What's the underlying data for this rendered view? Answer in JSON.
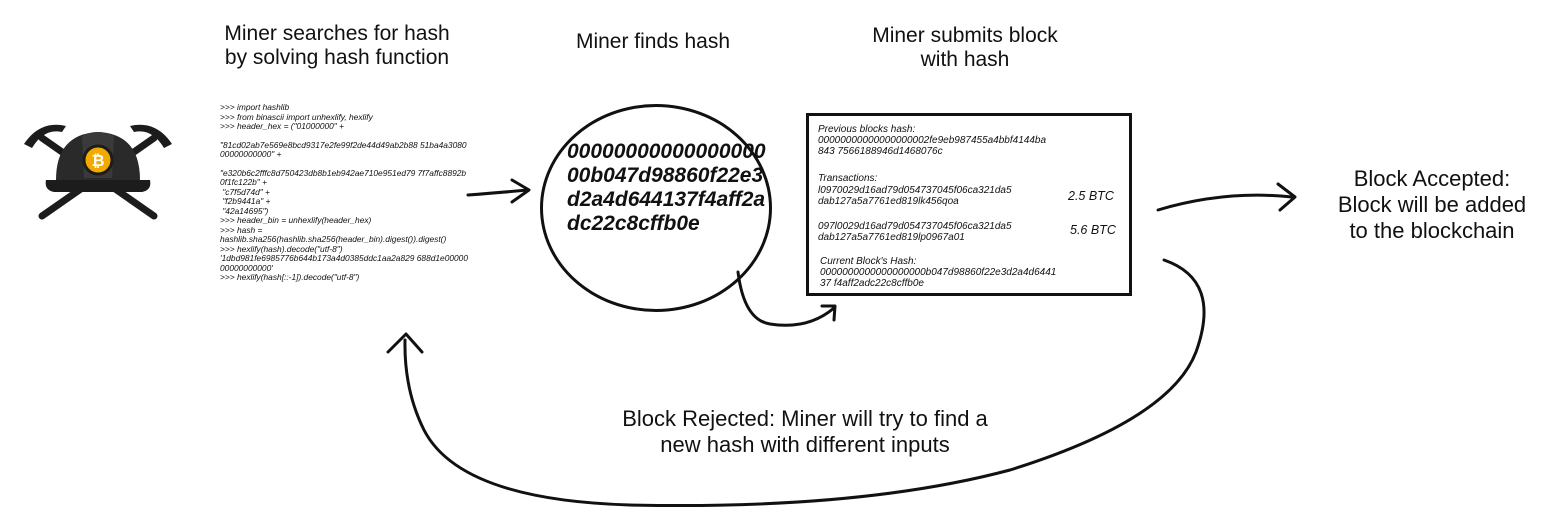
{
  "headings": {
    "search": "Miner searches for hash\nby solving hash function",
    "find": "Miner finds hash",
    "submit": "Miner submits block\nwith hash"
  },
  "helmet": {
    "symbol": "₿",
    "icon": "bitcoin-miner-helmet-with-pickaxes-icon"
  },
  "code_lines": [
    ">>> import hashlib",
    ">>> from binascii import unhexlify, hexlify",
    ">>> header_hex = (\"01000000\" +",
    "",
    "\"81cd02ab7e569e8bcd9317e2fe99f2de44d49ab2b88 51ba4a308000000000000\" +",
    "",
    "\"e320b6c2fffc8d750423db8b1eb942ae710e951ed79 7f7affc8892b0f1fc122b\" +",
    " \"c7f5d74d\" +",
    " \"f2b9441a\" +",
    " \"42a14695\")",
    ">>> header_bin = unhexlify(header_hex)",
    ">>> hash =",
    "hashlib.sha256(hashlib.sha256(header_bin).digest()).digest()",
    ">>> hexlify(hash).decode(\"utf-8\")",
    "'1dbd981fe6985776b644b173a4d0385ddc1aa2a829 688d1e0000000000000000'",
    ">>> hexlify(hash[::-1]).decode(\"utf-8\")"
  ],
  "found_hash": "0000000000000000000b047d98860f22e3d2a4d644137f4aff2adc22c8cffb0e",
  "block": {
    "prev_label": "Previous blocks hash:",
    "prev_hash": "00000000000000000002fe9eb987455a4bbf4144ba843 7566188946d1468076c",
    "tx_label": "Transactions:",
    "tx1": "l0970029d16ad79d054737045f06ca321da5 dab127a5a7761ed819lk456qoa",
    "tx1_amount": "2.5 BTC",
    "tx2": "097l0029d16ad79d054737045f06ca321da5 dab127a5a7761ed819lp0967a01",
    "tx2_amount": "5.6 BTC",
    "current_label": "Current Block's Hash:",
    "current_hash": "0000000000000000000b047d98860f22e3d2a4d644137 f4aff2adc22c8cffb0e"
  },
  "outcomes": {
    "accepted": "Block Accepted:\nBlock will be added\nto the blockchain",
    "rejected": "Block Rejected: Miner will try to find a\nnew hash with different inputs"
  }
}
